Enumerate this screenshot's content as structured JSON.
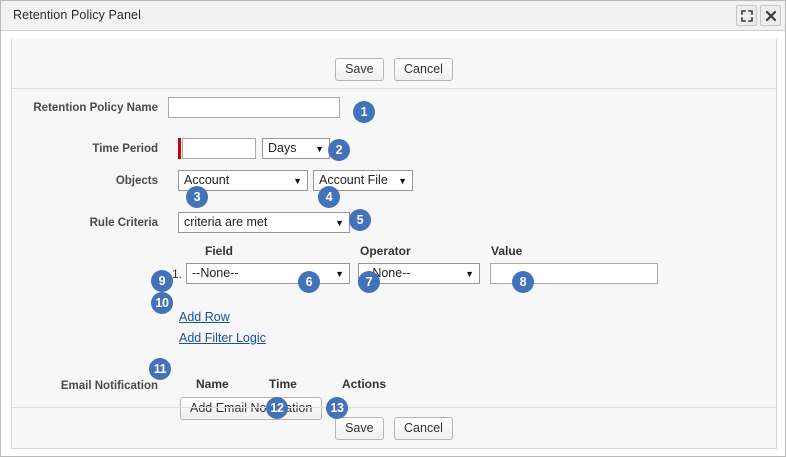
{
  "window": {
    "title": "Retention Policy Panel",
    "expand_icon": "expand-icon",
    "close_icon": "close-icon"
  },
  "toolbar_top": {
    "save_label": "Save",
    "cancel_label": "Cancel"
  },
  "form": {
    "retention_policy_name": {
      "label": "Retention Policy Name",
      "value": "",
      "placeholder": ""
    },
    "time_period": {
      "label": "Time Period",
      "value": "",
      "placeholder": "",
      "required": true,
      "unit_selected": "Days"
    },
    "objects": {
      "label": "Objects",
      "primary_selected": "Account",
      "secondary_selected": "Account File"
    },
    "rule_criteria": {
      "label": "Rule Criteria",
      "selected": "criteria are met"
    }
  },
  "criteria_table": {
    "headers": {
      "field": "Field",
      "operator": "Operator",
      "value": "Value"
    },
    "rows": [
      {
        "index": "1.",
        "field_selected": "--None--",
        "operator_selected": "--None--",
        "value": ""
      }
    ],
    "add_row_link": "Add Row",
    "add_filter_logic_link": "Add Filter Logic"
  },
  "email_notification": {
    "label": "Email Notification",
    "headers": {
      "name": "Name",
      "time": "Time",
      "actions": "Actions"
    },
    "add_button_label": "Add Email Notification"
  },
  "toolbar_bottom": {
    "save_label": "Save",
    "cancel_label": "Cancel"
  },
  "callouts": [
    {
      "number": "1"
    },
    {
      "number": "2"
    },
    {
      "number": "3"
    },
    {
      "number": "4"
    },
    {
      "number": "5"
    },
    {
      "number": "6"
    },
    {
      "number": "7"
    },
    {
      "number": "8"
    },
    {
      "number": "9"
    },
    {
      "number": "10"
    },
    {
      "number": "11"
    },
    {
      "number": "12"
    },
    {
      "number": "13"
    }
  ],
  "colors": {
    "badge_blue": "#4472b8",
    "required_red": "#cc0000",
    "topbar_black": "#232323",
    "link_blue": "#1c4f9c"
  }
}
